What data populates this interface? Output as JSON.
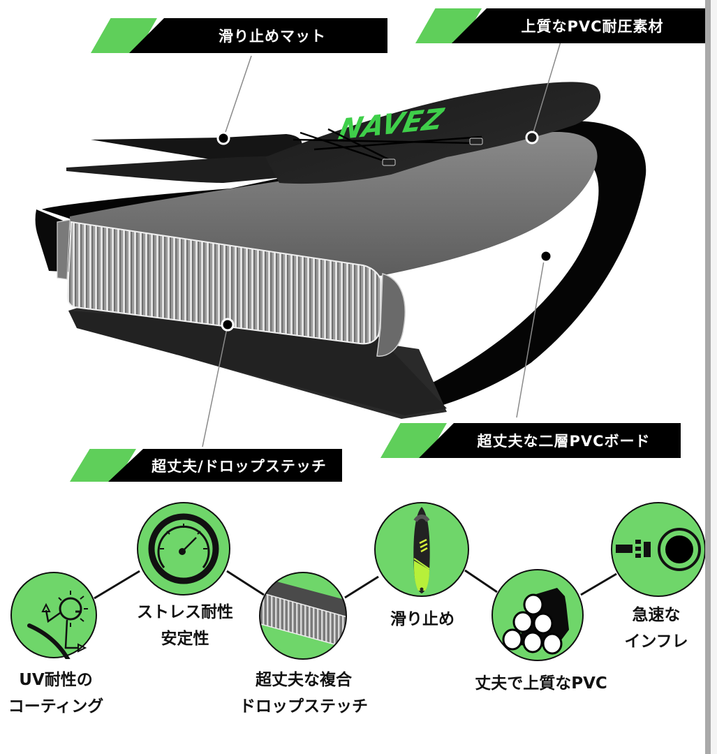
{
  "product": {
    "brand_text": "NAVEZ",
    "brand_color": "#3fcf4a"
  },
  "callouts": [
    {
      "id": "top-left",
      "label": "滑り止めマット"
    },
    {
      "id": "top-right",
      "label": "上質なPVC耐圧素材"
    },
    {
      "id": "mid-right",
      "label": "超丈夫な二層PVCボード"
    },
    {
      "id": "mid-left",
      "label": "超丈夫/ドロップステッチ"
    }
  ],
  "features": [
    {
      "icon": "uv-sun-icon",
      "line1": "UV耐性の",
      "line2": "コーティング"
    },
    {
      "icon": "pressure-gauge-icon",
      "line1": "ストレス耐性",
      "line2": "安定性"
    },
    {
      "icon": "drop-stitch-icon",
      "line1": "超丈夫な複合",
      "line2": "ドロップステッチ"
    },
    {
      "icon": "paddle-board-icon",
      "line1": "滑り止め",
      "line2": ""
    },
    {
      "icon": "pvc-rolls-icon",
      "line1": "丈夫で上質なPVC",
      "line2": ""
    },
    {
      "icon": "valve-inflate-icon",
      "line1": "急速な",
      "line2": "インフレ"
    }
  ],
  "colors": {
    "accent_green": "#5fcf5a",
    "circle_green": "#6fd66a",
    "banner_black": "#000000",
    "scrollbar": "#a9a9a9"
  }
}
